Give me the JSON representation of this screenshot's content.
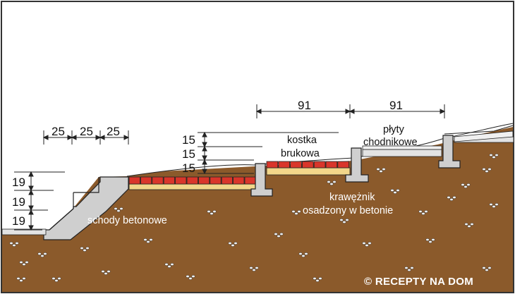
{
  "colors": {
    "soil": "#8b5a2b",
    "concrete": "#cfcfcf",
    "brick": "#d9362b",
    "sand": "#f2d68a",
    "gravel": "#e3e3e3",
    "line": "#222222"
  },
  "dimensions": {
    "tread": [
      "25",
      "25",
      "25"
    ],
    "riser": [
      "19",
      "19",
      "19"
    ],
    "layers": [
      "15",
      "15",
      "15"
    ],
    "width_a": "91",
    "width_b": "91"
  },
  "labels": {
    "kostka_line1": "kostka",
    "kostka_line2": "brukowa",
    "plyty_line1": "płyty",
    "plyty_line2": "chodnikowe",
    "stairs": "schody betonowe",
    "curb_line1": "krawężnik",
    "curb_line2": "osadzony w betonie"
  },
  "watermark": "© RECEPTY NA DOM"
}
